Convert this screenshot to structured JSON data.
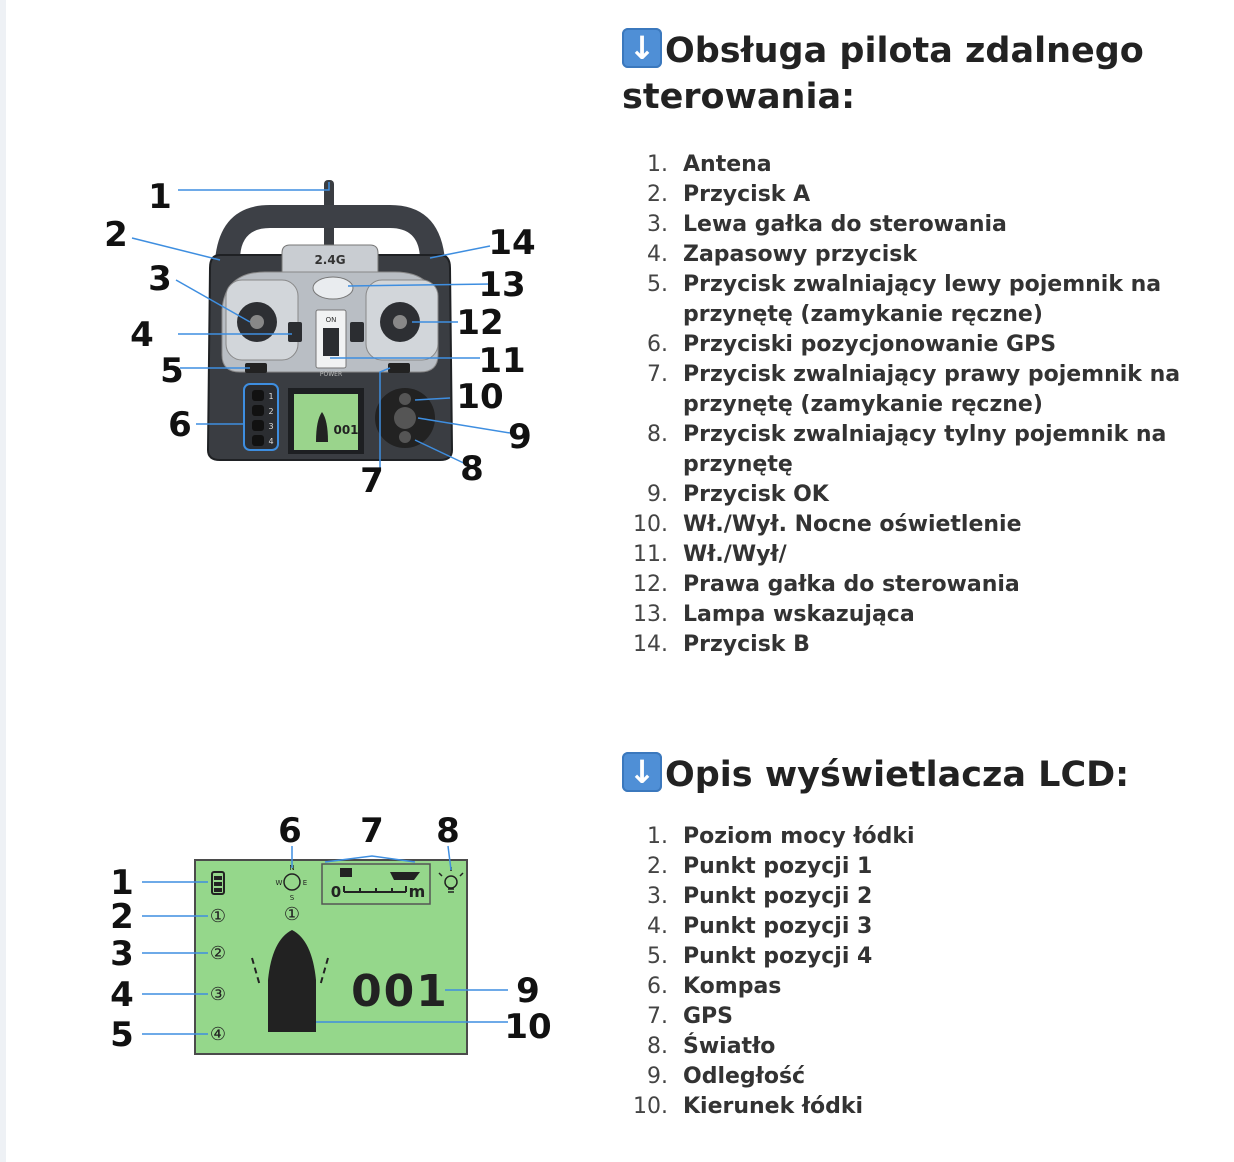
{
  "remote_section": {
    "icon": "down-arrow-emoji-icon",
    "title": "Obsługa pilota zdalnego sterowania:",
    "items": [
      {
        "n": "1.",
        "text": "Antena"
      },
      {
        "n": "2.",
        "text": "Przycisk A"
      },
      {
        "n": "3.",
        "text": "Lewa gałka do sterowania"
      },
      {
        "n": "4.",
        "text": "Zapasowy przycisk"
      },
      {
        "n": "5.",
        "text": "Przycisk zwalniający lewy pojemnik na przynętę (zamykanie ręczne)"
      },
      {
        "n": "6.",
        "text": "Przyciski pozycjonowanie GPS"
      },
      {
        "n": "7.",
        "text": "Przycisk zwalniający prawy pojemnik na przynętę (zamykanie ręczne)"
      },
      {
        "n": "8.",
        "text": "Przycisk zwalniający tylny pojemnik na przynętę"
      },
      {
        "n": "9.",
        "text": "Przycisk OK"
      },
      {
        "n": "10.",
        "text": "Wł./Wył. Nocne oświetlenie"
      },
      {
        "n": "11.",
        "text": "Wł./Wył/"
      },
      {
        "n": "12.",
        "text": "Prawa gałka do sterowania"
      },
      {
        "n": "13.",
        "text": "Lampa wskazująca"
      },
      {
        "n": "14.",
        "text": "Przycisk B"
      }
    ]
  },
  "lcd_section": {
    "icon": "down-arrow-emoji-icon",
    "title": "Opis wyświetlacza LCD:",
    "items": [
      {
        "n": "1.",
        "text": "Poziom mocy łódki"
      },
      {
        "n": "2.",
        "text": "Punkt pozycji 1"
      },
      {
        "n": "3.",
        "text": "Punkt pozycji 2"
      },
      {
        "n": "4.",
        "text": "Punkt pozycji 3"
      },
      {
        "n": "5.",
        "text": "Punkt pozycji 4"
      },
      {
        "n": "6.",
        "text": "Kompas"
      },
      {
        "n": "7.",
        "text": "GPS"
      },
      {
        "n": "8.",
        "text": "Światło"
      },
      {
        "n": "9.",
        "text": "Odległość"
      },
      {
        "n": "10.",
        "text": "Kierunek łódki"
      }
    ]
  },
  "remote_figure": {
    "badge": "2.4G",
    "switch_on": "ON",
    "switch_power": "POWER",
    "gps_keys": [
      "1",
      "2",
      "3",
      "4"
    ],
    "screen_distance": "001",
    "callouts": [
      "1",
      "2",
      "3",
      "4",
      "5",
      "6",
      "7",
      "8",
      "9",
      "10",
      "11",
      "12",
      "13",
      "14"
    ]
  },
  "lcd_figure": {
    "distance": "001",
    "scale_zero": "0",
    "scale_unit": "m",
    "position_marks": [
      "①",
      "②",
      "③",
      "④"
    ],
    "gps_mark": "①",
    "compass": {
      "n": "N",
      "s": "S",
      "w": "W",
      "e": "E"
    },
    "callouts": [
      "1",
      "2",
      "3",
      "4",
      "5",
      "6",
      "7",
      "8",
      "9",
      "10"
    ]
  }
}
